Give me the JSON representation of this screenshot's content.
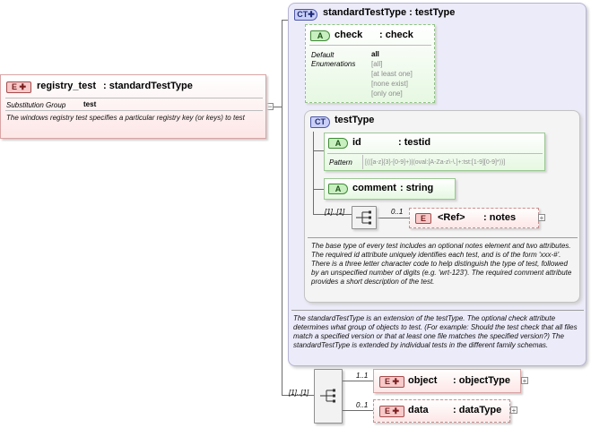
{
  "root": {
    "tag": "E",
    "name": "registry_test",
    "type": ": standardTestType",
    "subst_label": "Substitution Group",
    "subst_value": "test",
    "doc": "The windows registry test specifies a particular registry key (or keys) to test"
  },
  "standard_ct": {
    "tag": "CT",
    "title": "standardTestType : testType",
    "check": {
      "tag": "A",
      "name": "check",
      "type": ": check",
      "default_label": "Default",
      "default_value": "all",
      "enum_label": "Enumerations",
      "enums": [
        "[all]",
        "[at least one]",
        "[none exist]",
        "[only one]"
      ]
    },
    "doc": "The standardTestType is an extension of the testType.  The optional check attribute determines what group of objects to test.  (For example: Should the test check that all files match a specified version or that at least one file matches the specified version?)  The standardTestType is extended by individual tests in the different family schemas."
  },
  "test_ct": {
    "tag": "CT",
    "title": "testType",
    "id_attr": {
      "tag": "A",
      "name": "id",
      "type": ": testid",
      "pattern_label": "Pattern",
      "pattern_value": "[(([a-z]{3}-[0-9]+)|(oval:[A-Za-z\\-\\.]+:tst:[1-9][0-9]*))]"
    },
    "comment_attr": {
      "tag": "A",
      "name": "comment",
      "type": ": string"
    },
    "seq_card": "[1]..[1]",
    "ref_card": "0..1",
    "ref": {
      "tag": "E",
      "name": "<Ref>",
      "type": ": notes"
    },
    "doc": "The base type of every test includes an optional notes element and two attributes.  The required id attribute uniquely identifies each test, and is of the form 'xxx-#'.  There is a three letter character code to help distinguish the type of test, followed by an unspecified number of digits (e.g. 'wrt-123').  The required comment attribute provides a short description of the test."
  },
  "bottom_seq": {
    "card": "[1]..[1]",
    "object": {
      "tag": "E",
      "card": "1..1",
      "name": "object",
      "type": ": objectType"
    },
    "data": {
      "tag": "E",
      "card": "0..1",
      "name": "data",
      "type": ": dataType"
    }
  },
  "icons": {
    "expand": "+",
    "collapse": "−"
  }
}
